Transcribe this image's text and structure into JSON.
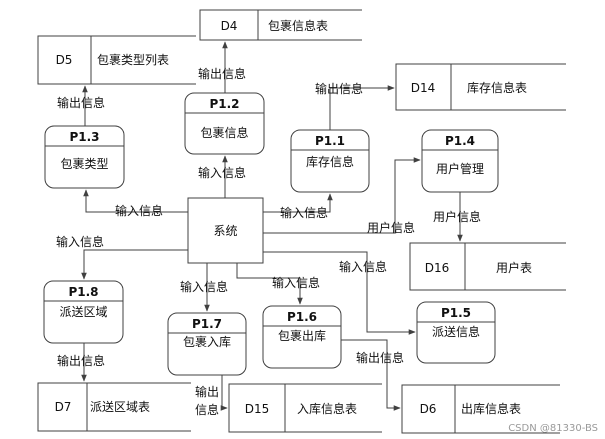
{
  "diagram": {
    "center": {
      "label": "系统"
    },
    "processes": [
      {
        "id": "P1.1",
        "label": "库存信息"
      },
      {
        "id": "P1.2",
        "label": "包裹信息"
      },
      {
        "id": "P1.3",
        "label": "包裹类型"
      },
      {
        "id": "P1.4",
        "label": "用户管理"
      },
      {
        "id": "P1.5",
        "label": "派送信息"
      },
      {
        "id": "P1.6",
        "label": "包裹出库"
      },
      {
        "id": "P1.7",
        "label": "包裹入库"
      },
      {
        "id": "P1.8",
        "label": "派送区域"
      }
    ],
    "stores": [
      {
        "id": "D4",
        "label": "包裹信息表"
      },
      {
        "id": "D5",
        "label": "包裹类型列表"
      },
      {
        "id": "D14",
        "label": "库存信息表"
      },
      {
        "id": "D16",
        "label": "用户表"
      },
      {
        "id": "D7",
        "label": "派送区域表"
      },
      {
        "id": "D15",
        "label": "入库信息表"
      },
      {
        "id": "D6",
        "label": "出库信息表"
      }
    ],
    "flow_labels": {
      "in": "输入信息",
      "out": "输出信息",
      "user": "用户信息",
      "out_line1": "输出",
      "out_line2": "信息"
    }
  },
  "watermark": "CSDN @81330-BS"
}
